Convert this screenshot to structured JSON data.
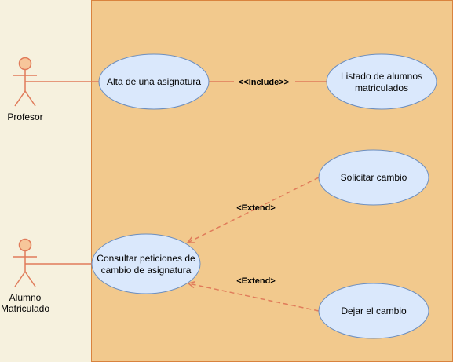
{
  "actors": {
    "profesor": "Profesor",
    "alumno_line1": "Alumno",
    "alumno_line2": "Matriculado"
  },
  "use_cases": {
    "alta": "Alta de una asignatura",
    "listado_line1": "Listado de alumnos",
    "listado_line2": "matriculados",
    "solicitar": "Solicitar cambio",
    "consultar_line1": "Consultar peticiones de",
    "consultar_line2": "cambio de asignatura",
    "dejar": "Dejar el cambio"
  },
  "relations": {
    "include": "<<Include>>",
    "extend_top": "<Extend>",
    "extend_bottom": "<Extend>"
  },
  "colors": {
    "page_background": "#f6f1de",
    "system_boundary_fill": "#f2c98d",
    "system_boundary_stroke": "#d9833e",
    "actor_fill": "#f7c69a",
    "actor_stroke": "#e07b5a",
    "use_case_fill": "#dae8fc",
    "use_case_stroke": "#6c8ebf",
    "association_line": "#e07b5a"
  }
}
